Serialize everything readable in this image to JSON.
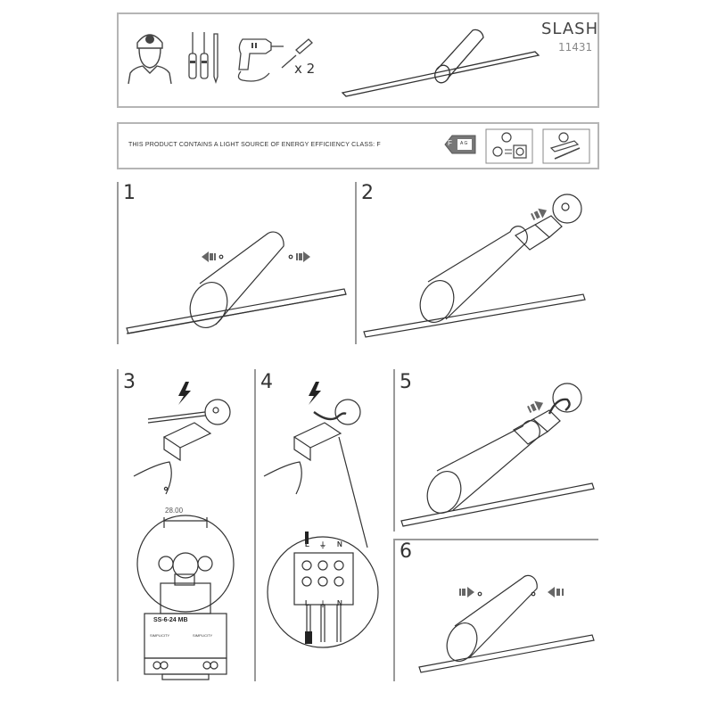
{
  "header": {
    "product_name": "SLASH",
    "product_code": "11431",
    "tools_count_label": "x 2"
  },
  "energy_notice": {
    "text": "THIS PRODUCT CONTAINS A LIGHT SOURCE OF ENERGY EFFICIENCY CLASS: F",
    "class_letter": "F",
    "scale_label": "A G"
  },
  "steps": [
    {
      "number": "1"
    },
    {
      "number": "2"
    },
    {
      "number": "3"
    },
    {
      "number": "4"
    },
    {
      "number": "5"
    },
    {
      "number": "6"
    }
  ],
  "step3": {
    "dimension_label": "28.00",
    "driver_label": "SS-6-24 MB",
    "brand_left": "SIMPLICITY",
    "brand_right": "SIMPLICITY"
  },
  "step4": {
    "terminal_top": [
      "L",
      "⏚",
      "N"
    ],
    "terminal_bottom": [
      "L",
      "⏚",
      "N"
    ]
  },
  "colors": {
    "frame": "#b5b5b5",
    "line": "#333333",
    "arrow": "#666666"
  }
}
